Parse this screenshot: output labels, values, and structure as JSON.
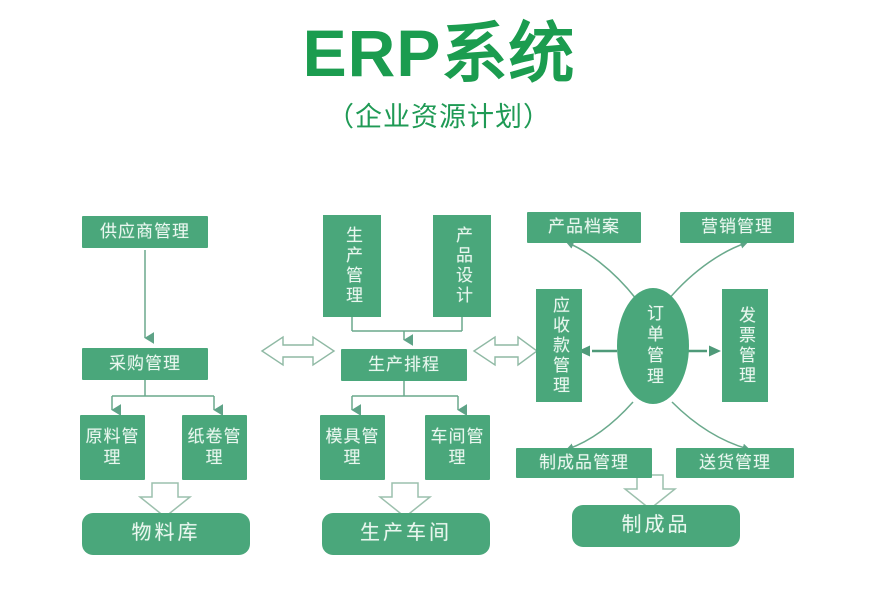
{
  "title": {
    "main": "ERP系统",
    "sub": "（企业资源计划）"
  },
  "colors": {
    "title_green": "#1b9c4f",
    "box_green": "#4aa77b",
    "box_text": "#e9f7ef",
    "connector": "#6aa98c",
    "background": "#ffffff"
  },
  "diagram": {
    "type": "flowchart",
    "columns": [
      {
        "name": "procurement",
        "nodes": [
          "supplier-management",
          "purchase-management",
          "raw-material-management",
          "paper-roll-management",
          "material-warehouse"
        ]
      },
      {
        "name": "production",
        "nodes": [
          "production-management",
          "product-design",
          "production-scheduling",
          "mold-management",
          "workshop-management",
          "production-workshop"
        ]
      },
      {
        "name": "sales",
        "nodes": [
          "product-archive",
          "marketing-management",
          "receivables-management",
          "order-management",
          "invoice-management",
          "finished-goods-management",
          "delivery-management",
          "finished-goods"
        ]
      }
    ],
    "nodes": {
      "supplier_management": "供应商管理",
      "purchase_management": "采购管理",
      "raw_material_management": "原料管理",
      "paper_roll_management": "纸卷管理",
      "material_warehouse": "物料库",
      "production_management": "生产管理",
      "product_design": "产品设计",
      "production_scheduling": "生产排程",
      "mold_management": "模具管理",
      "workshop_management": "车间管理",
      "production_workshop": "生产车间",
      "product_archive": "产品档案",
      "marketing_management": "营销管理",
      "receivables_management": "应收款管理",
      "order_management": "订单管理",
      "invoice_management": "发票管理",
      "finished_goods_management": "制成品管理",
      "delivery_management": "送货管理",
      "finished_goods": "制成品"
    },
    "connectors": [
      {
        "name": "supplier-to-purchase",
        "kind": "arrow-down"
      },
      {
        "name": "purchase-to-raw-material",
        "kind": "fork-arrow-down"
      },
      {
        "name": "purchase-to-paper-roll",
        "kind": "fork-arrow-down"
      },
      {
        "name": "materials-to-warehouse",
        "kind": "hollow-block-arrow-down"
      },
      {
        "name": "production-mgmt-to-scheduling",
        "kind": "fork-arrow-down"
      },
      {
        "name": "product-design-to-scheduling",
        "kind": "fork-arrow-down"
      },
      {
        "name": "scheduling-to-mold",
        "kind": "fork-arrow-down"
      },
      {
        "name": "scheduling-to-workshop",
        "kind": "fork-arrow-down"
      },
      {
        "name": "mold-workshop-to-production-workshop",
        "kind": "hollow-block-arrow-down"
      },
      {
        "name": "purchase-scheduling-link",
        "kind": "hollow-double-arrow"
      },
      {
        "name": "scheduling-receivables-link",
        "kind": "hollow-double-arrow"
      },
      {
        "name": "order-to-receivables",
        "kind": "arrow-left"
      },
      {
        "name": "order-to-invoice",
        "kind": "arrow-right"
      },
      {
        "name": "order-to-product-archive",
        "kind": "curved-arrow"
      },
      {
        "name": "order-to-marketing",
        "kind": "curved-arrow"
      },
      {
        "name": "order-to-finished-goods-mgmt",
        "kind": "curved-arrow"
      },
      {
        "name": "order-to-delivery",
        "kind": "curved-arrow"
      },
      {
        "name": "finished-mgmt-to-finished-goods",
        "kind": "hollow-block-arrow-down"
      }
    ]
  }
}
